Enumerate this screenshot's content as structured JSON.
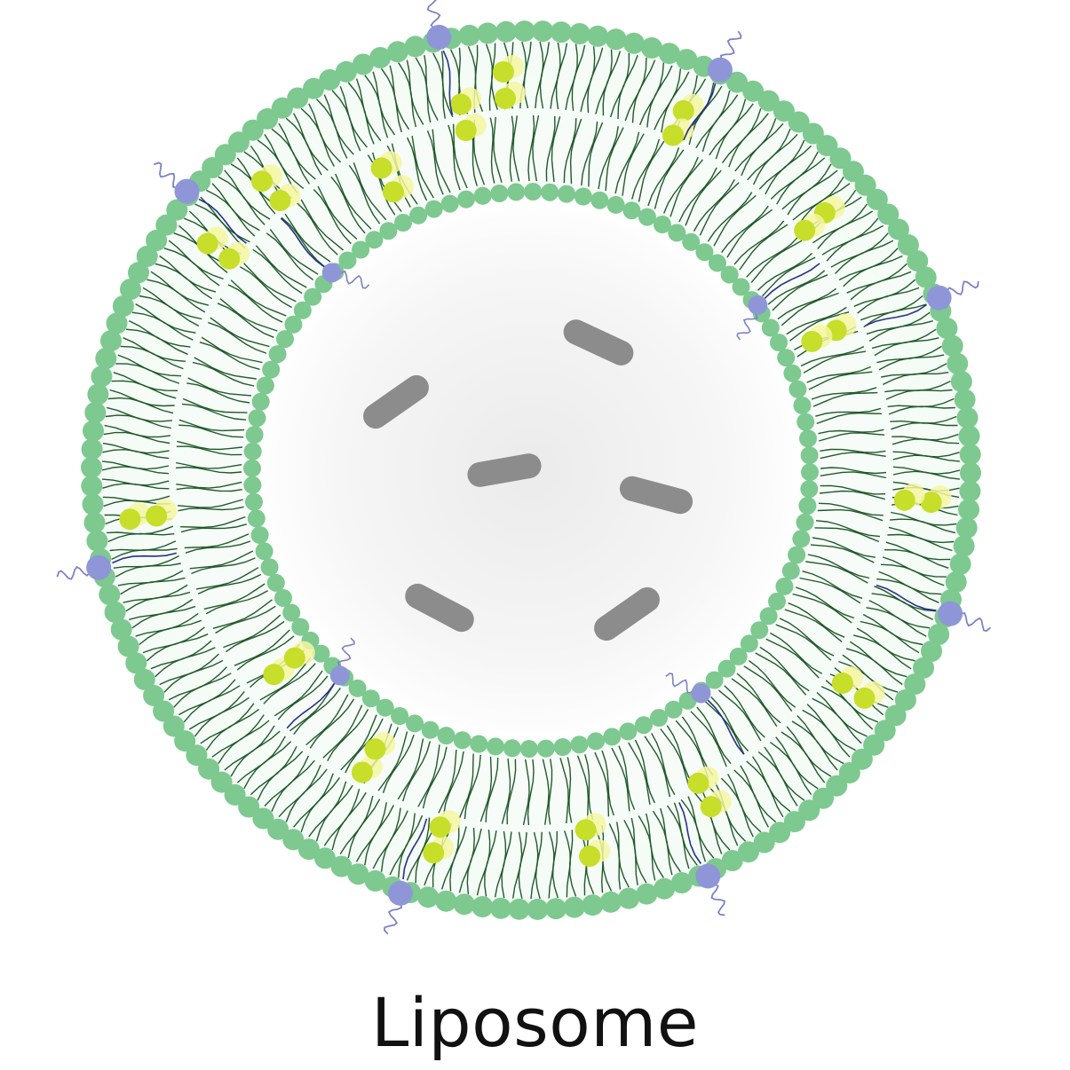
{
  "caption": "Liposome",
  "colors": {
    "headgroup": "#7dc98f",
    "headgroup_edge": "#6bbd80",
    "tail": "#1f5a2a",
    "peg_head": "#8f96d8",
    "peg_chain": "#7c83c4",
    "peg_tail": "#27308a",
    "cholesterol": "#c7de2a",
    "cholesterol_glow": "#f4f6a0",
    "cargo": "#8c8c8c",
    "core": "#f3f3f3"
  },
  "components": {
    "bilayer": "lipid-bilayer",
    "peg_lipids": "peg-lipid",
    "cholesterol": "cholesterol",
    "cargo": "drug-cargo"
  }
}
